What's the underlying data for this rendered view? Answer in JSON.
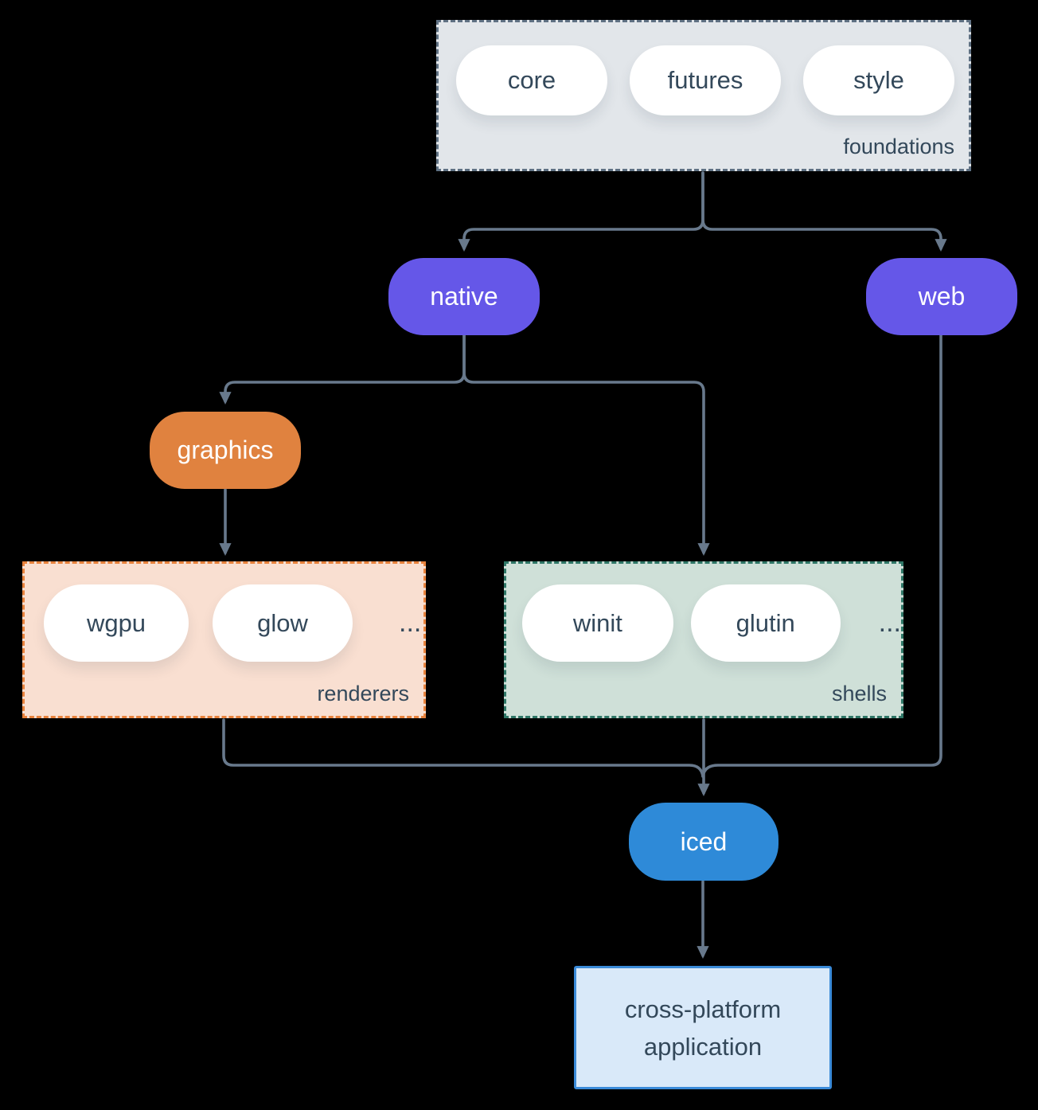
{
  "diagram": {
    "groups": {
      "foundations": {
        "label": "foundations",
        "pills": [
          "core",
          "futures",
          "style"
        ]
      },
      "renderers": {
        "label": "renderers",
        "pills": [
          "wgpu",
          "glow"
        ],
        "more": "..."
      },
      "shells": {
        "label": "shells",
        "pills": [
          "winit",
          "glutin"
        ],
        "more": "..."
      }
    },
    "nodes": {
      "native": "native",
      "web": "web",
      "graphics": "graphics",
      "iced": "iced",
      "application": "cross-platform application"
    },
    "colors": {
      "background": "#000000",
      "connector": "#68798c",
      "text_dark": "#33485a",
      "pill_white": "#ffffff",
      "node_purple": "#6557e8",
      "node_orange": "#e0823f",
      "node_blue": "#2e8ad8",
      "foundations_fill": "#e2e6ea",
      "foundations_border": "#5f7183",
      "renderers_fill": "#f9dfd1",
      "renderers_border": "#e8823c",
      "shells_fill": "#cfe0d8",
      "shells_border": "#2f7767",
      "application_fill": "#d9e9f9",
      "application_border": "#3a8ad8"
    }
  }
}
